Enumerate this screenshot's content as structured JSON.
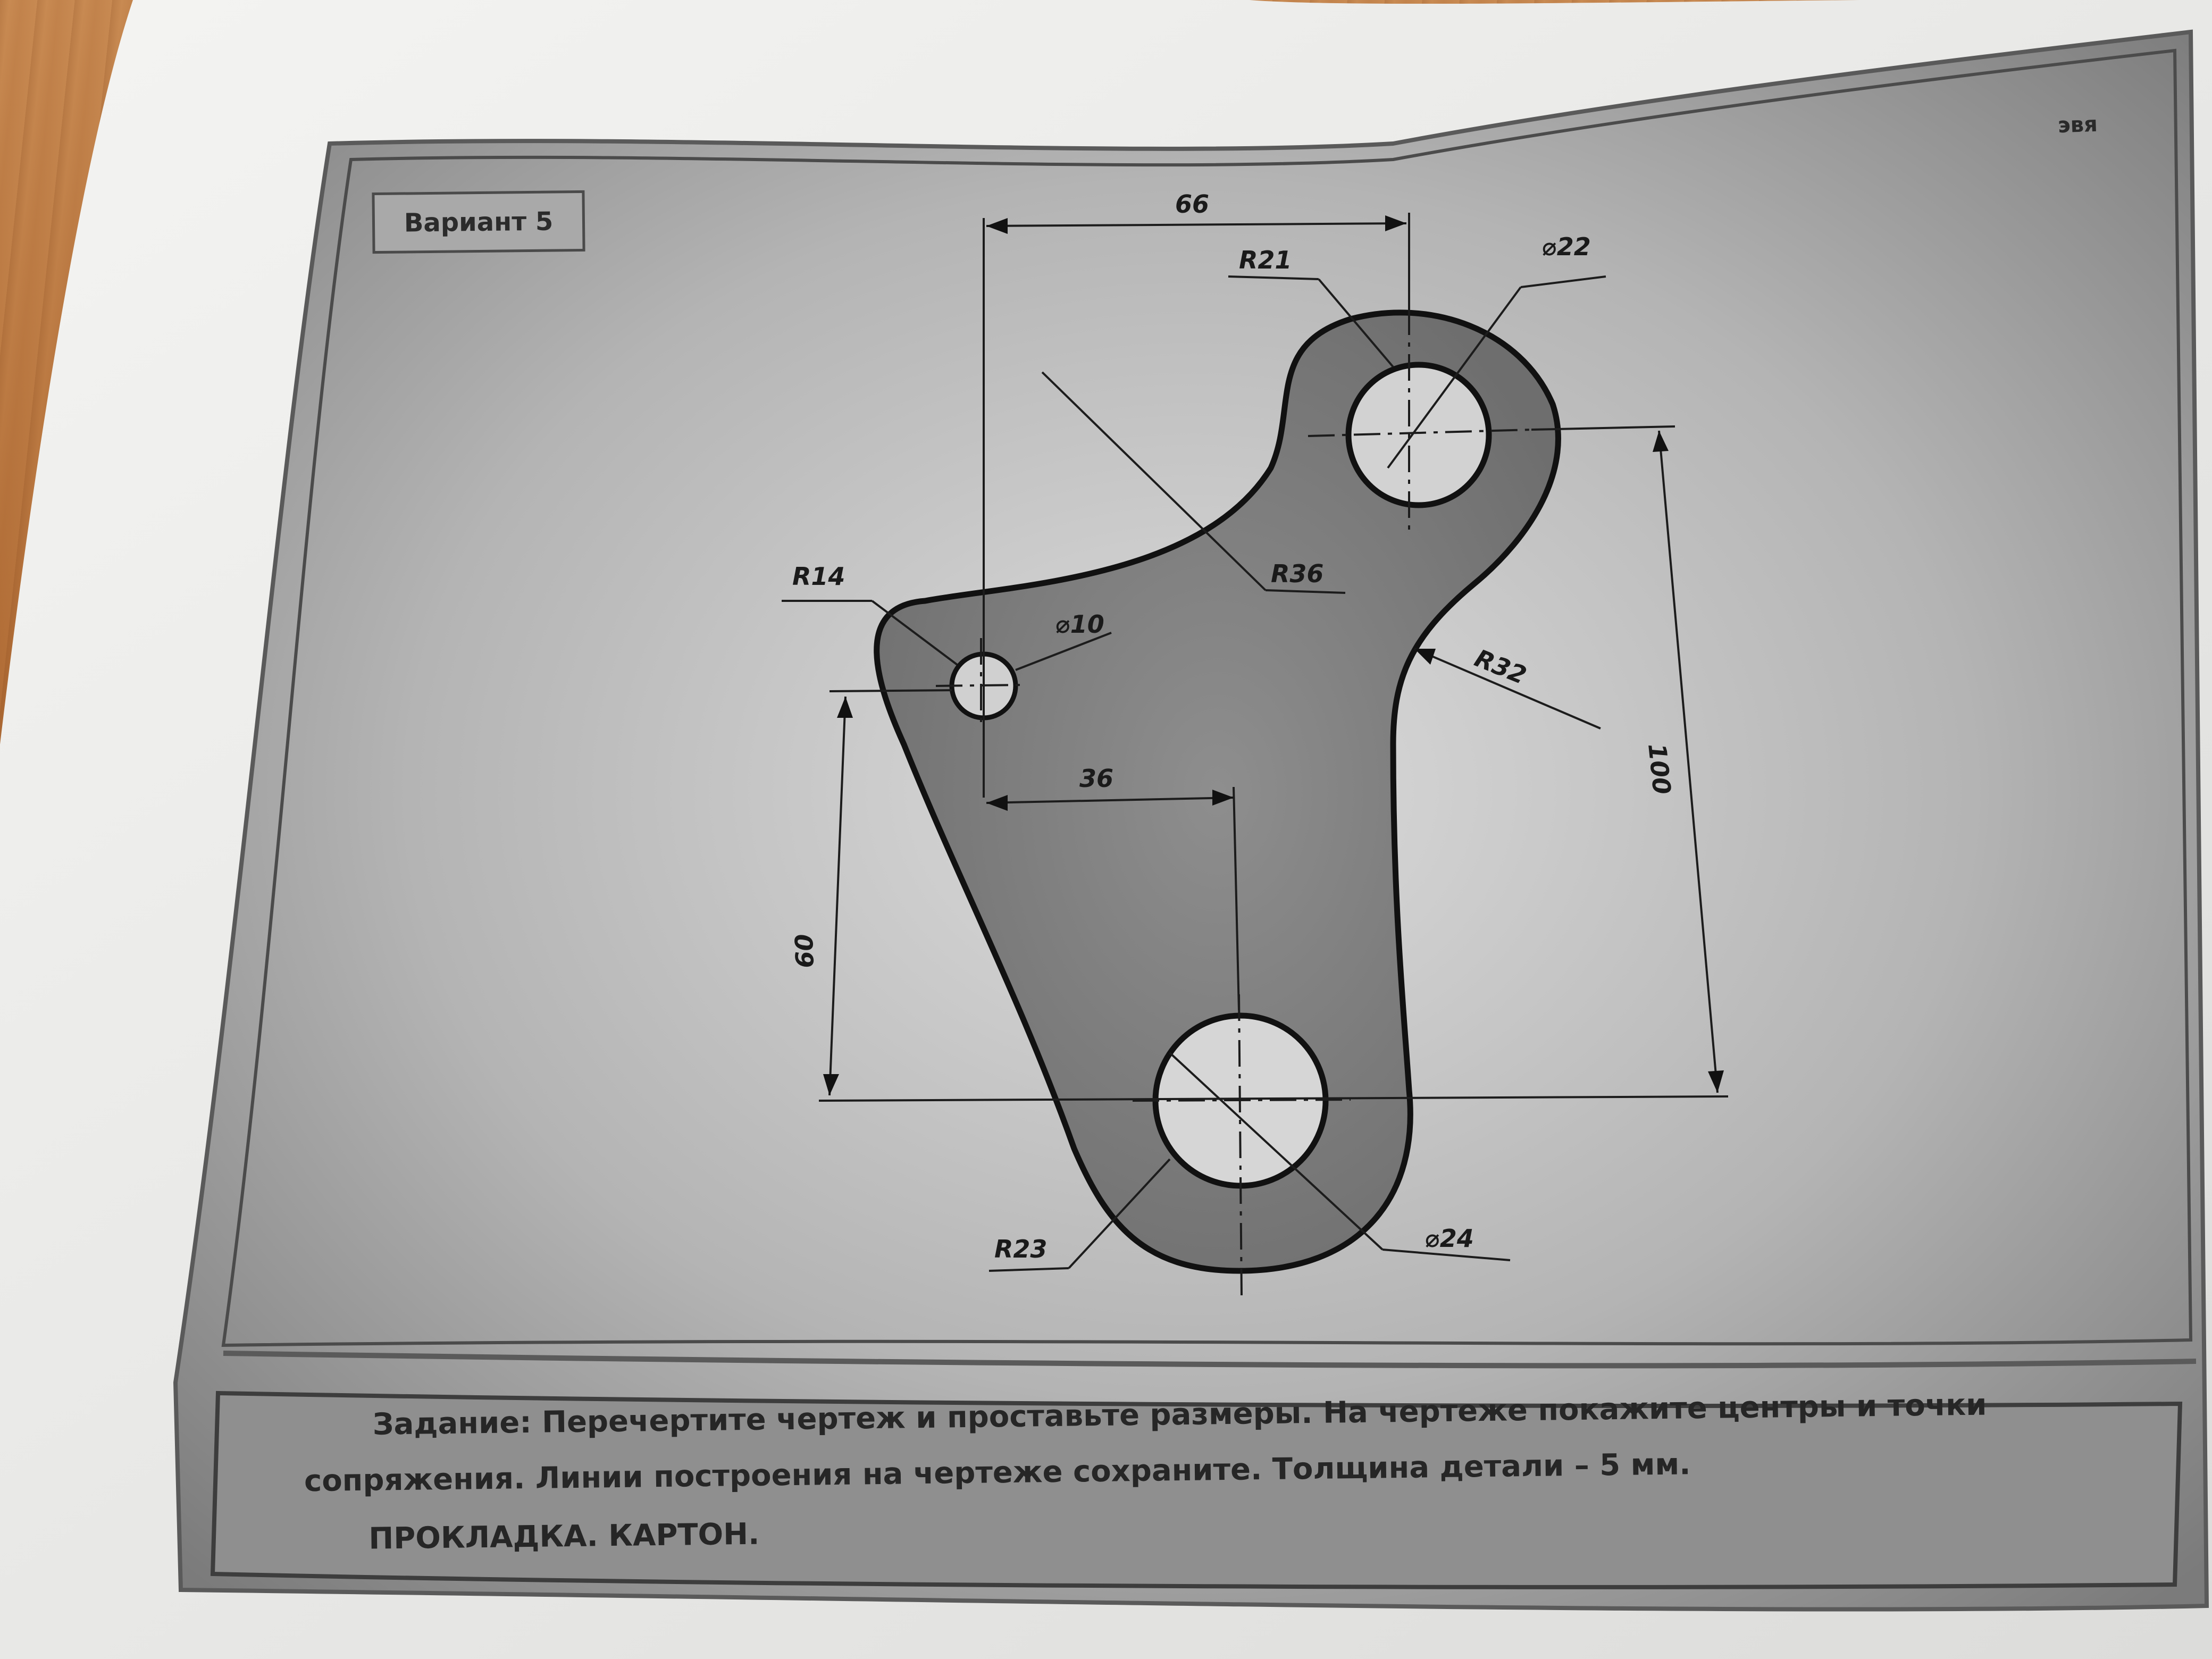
{
  "corner_note": "эвя",
  "variant_label": "Вариант 5",
  "dimensions": {
    "width_top": "66",
    "radius_top_left": "R21",
    "diameter_top": "⌀22",
    "radius_left": "R14",
    "diameter_left": "⌀10",
    "radius_middle": "R36",
    "radius_right": "R32",
    "height_total": "100",
    "width_bottom": "36",
    "height_left": "60",
    "radius_bottom": "R23",
    "diameter_bottom": "⌀24"
  },
  "task": {
    "line1": "Задание:  Перечертите чертеж и проставьте  размеры. На чертеже покажите центры и точки",
    "line2": "сопряжения. Линии построения на чертеже сохраните.  Толщина детали – 5 мм.",
    "line3": "ПРОКЛАДКА. КАРТОН."
  }
}
